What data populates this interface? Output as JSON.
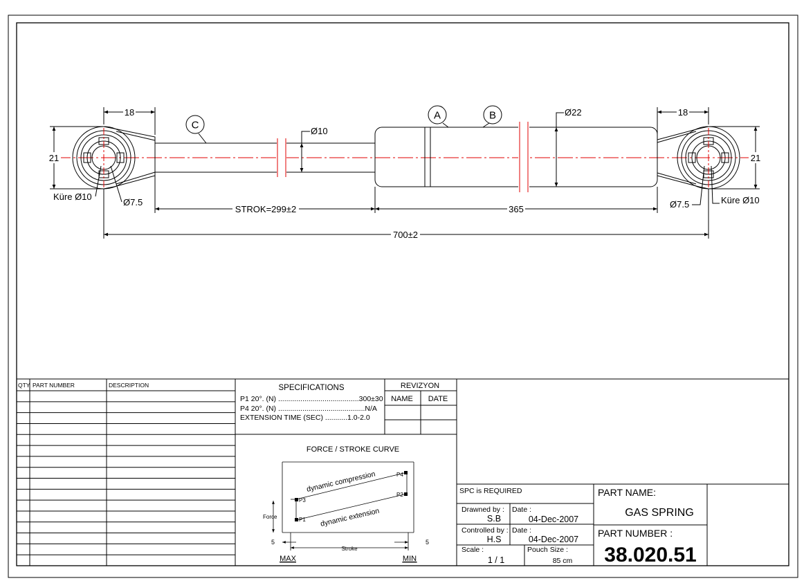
{
  "drawing": {
    "dims": {
      "eye_width_left": "18",
      "eye_width_right": "18",
      "height_left": "21",
      "height_right": "21",
      "rod_dia": "Ø10",
      "tube_dia": "Ø22",
      "hole_left": "Ø7.5",
      "hole_right": "Ø7.5",
      "ball_left": "Küre Ø10",
      "ball_right": "Küre Ø10",
      "stroke": "STROK=299±2",
      "body_len": "365",
      "total_len": "700±2"
    },
    "balloons": {
      "a": "A",
      "b": "B",
      "c": "C"
    }
  },
  "bom": {
    "headers": {
      "qty": "QTY",
      "part": "PART NUMBER",
      "desc": "DESCRIPTION"
    },
    "row_count": 16
  },
  "specs": {
    "title": "SPECIFICATIONS",
    "p1": "P1 20°. (N) ........................................300±30",
    "p4": "P4 20°. (N) ...........................................N/A",
    "ext": "EXTENSION TIME (SEC) ...........1.0-2.0"
  },
  "revizyon": {
    "title": "REVIZYON",
    "name": "NAME",
    "date": "DATE"
  },
  "curve": {
    "title": "FORCE / STROKE CURVE",
    "compression": "dynamic compression",
    "extension": "dynamic extension",
    "force": "Force",
    "stroke": "Stroke",
    "max": "MAX",
    "min": "MIN",
    "five_left": "5",
    "five_right": "5",
    "p1": "P1",
    "p2": "P2",
    "p3": "P3",
    "p4": "P4"
  },
  "title_block": {
    "spc": "SPC is REQUIRED",
    "drawn_label": "Drawned by :",
    "drawn_value": "S.B",
    "date_label_1": "Date :",
    "date_value_1": "04-Dec-2007",
    "controlled_label": "Controlled by :",
    "controlled_value": "H.S",
    "date_label_2": "Date :",
    "date_value_2": "04-Dec-2007",
    "scale_label": "Scale :",
    "scale_value": "1 / 1",
    "pouch_label": "Pouch Size :",
    "pouch_value": "85 cm",
    "part_name_label": "PART NAME:",
    "part_name_value": "GAS SPRING",
    "part_number_label": "PART NUMBER :",
    "part_number_value": "38.020.51"
  }
}
